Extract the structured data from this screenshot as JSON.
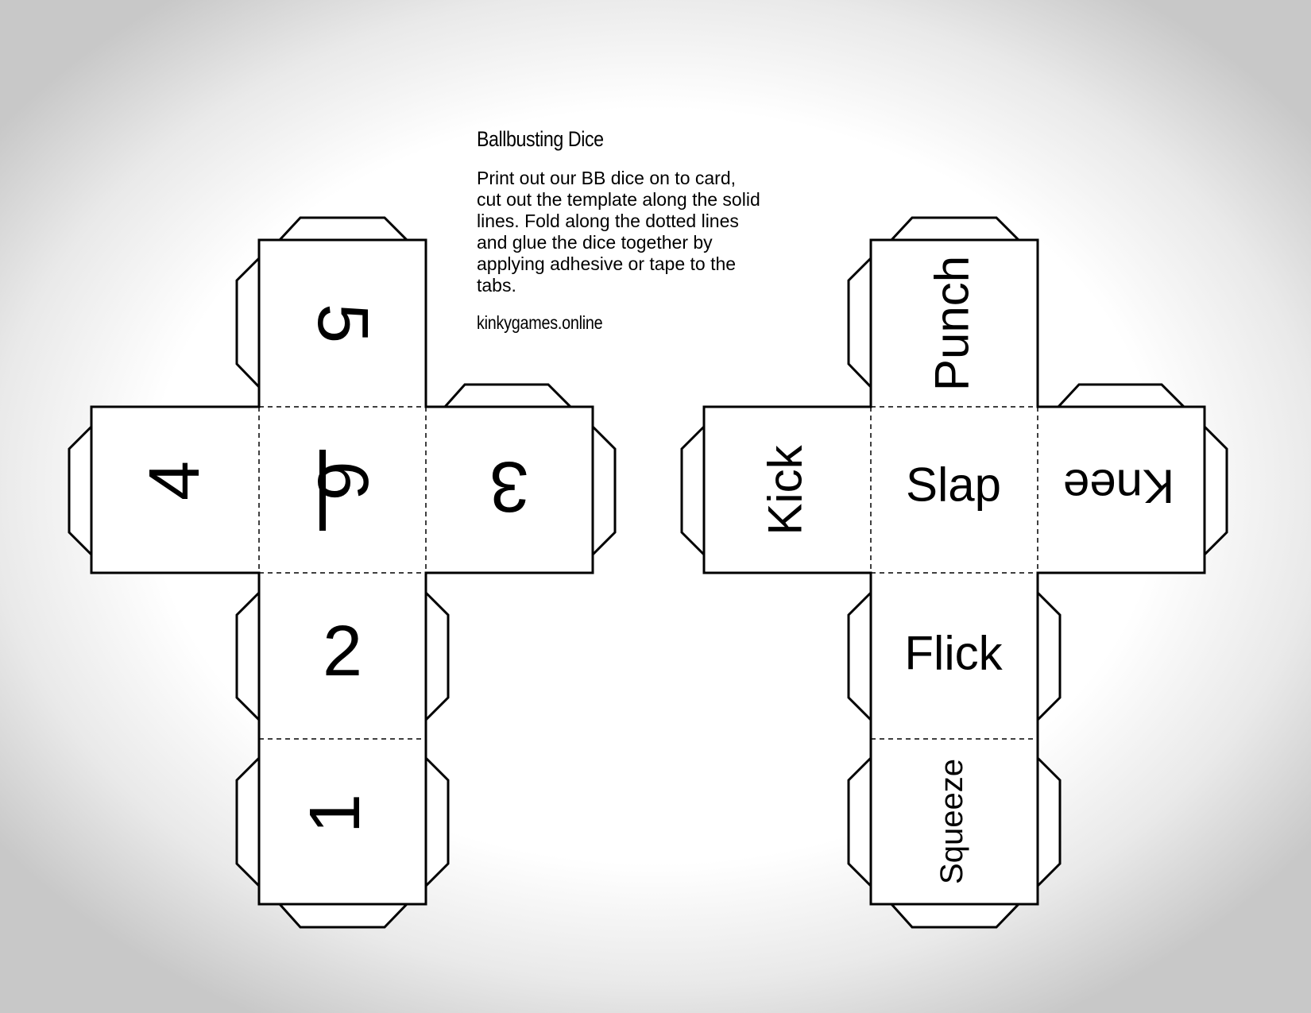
{
  "document": {
    "title": "Ballbusting Dice",
    "instructions": [
      "Print out our BB dice on to card,",
      "cut out the template along the solid",
      "lines. Fold along the dotted lines",
      "and glue the dice together by",
      "applying adhesive or tape to the",
      "tabs."
    ],
    "website": "kinkygames.online"
  },
  "dice": [
    {
      "name": "number-die",
      "faces": {
        "top": "5",
        "left": "4",
        "center": "6",
        "right": "3",
        "lower": "2",
        "bottom": "1"
      }
    },
    {
      "name": "action-die",
      "faces": {
        "top": "Punch",
        "left": "Kick",
        "center": "Slap",
        "right": "Knee",
        "lower": "Flick",
        "bottom": "Squeeze"
      }
    }
  ],
  "colors": {
    "line": "#000000",
    "paper": "#ffffff",
    "vignette": "#c8c8c8"
  }
}
